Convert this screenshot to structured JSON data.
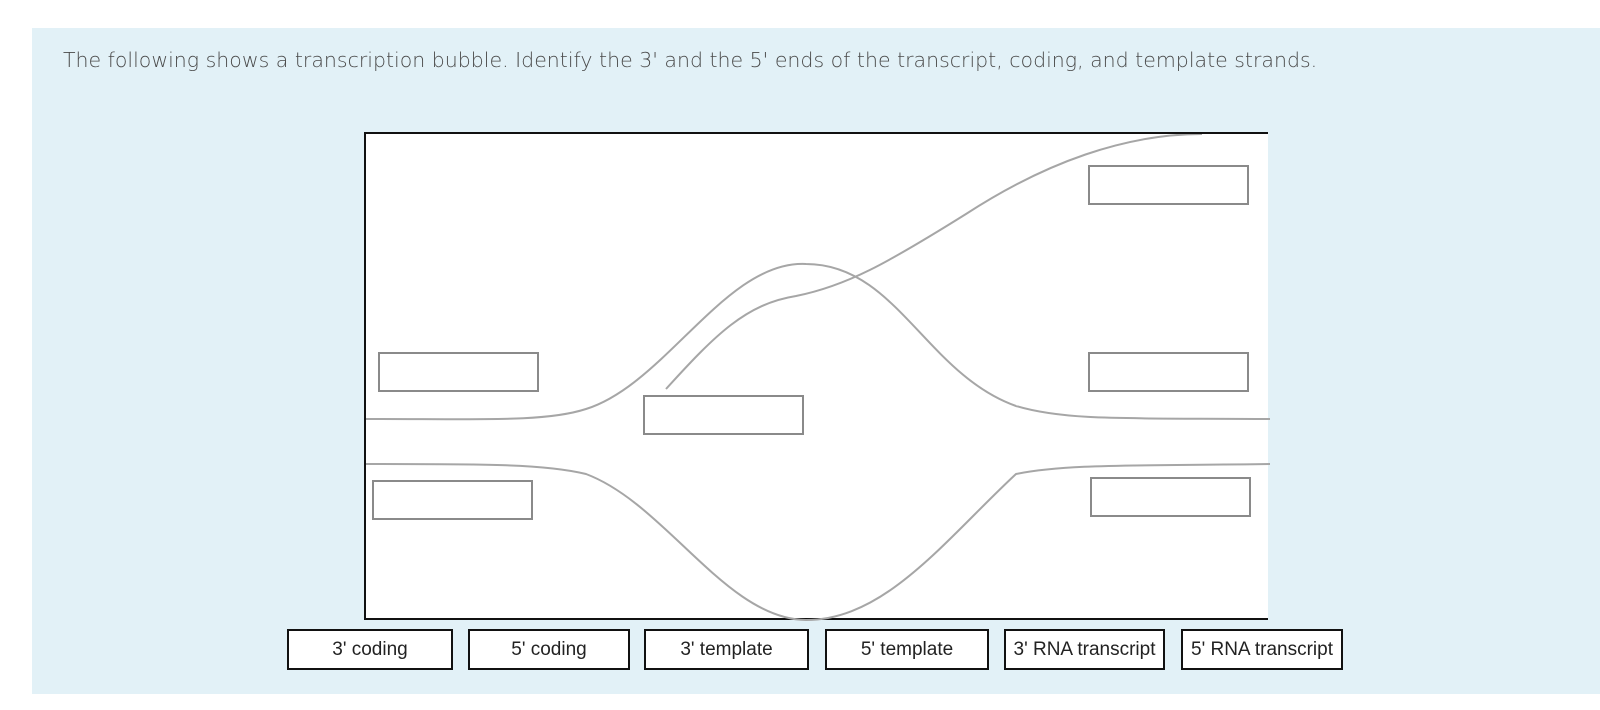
{
  "question": {
    "prompt": "The following shows a transcription bubble. Identify the 3' and the 5' ends of the transcript, coding, and template strands."
  },
  "drop_zones": [
    "",
    "",
    "",
    "",
    "",
    ""
  ],
  "answer_tiles": [
    "3' coding",
    "5' coding",
    "3' template",
    "5' template",
    "3' RNA transcript",
    "5' RNA transcript"
  ],
  "colors": {
    "panel_background": "#e2f1f7",
    "strand_line": "#a6a6a6",
    "diagram_border": "#111111",
    "drop_zone_border": "#8a8a8a"
  }
}
